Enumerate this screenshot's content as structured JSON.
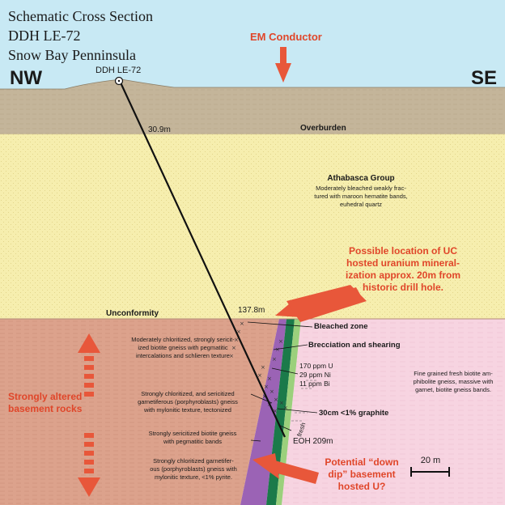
{
  "title": {
    "line1": "Schematic Cross Section",
    "line2": "DDH LE-72",
    "line3": "Snow Bay Penninsula"
  },
  "directions": {
    "left": "NW",
    "right": "SE"
  },
  "collar_label": "DDH LE-72",
  "em_conductor": "EM Conductor",
  "overburden": {
    "label": "Overburden",
    "depth": "30.9m"
  },
  "athabasca": {
    "name": "Athabasca Group",
    "desc": [
      "Moderately bleached weakly frac-",
      "tured with maroon hematite bands,",
      "euhedral quartz"
    ]
  },
  "uc_callout": [
    "Possible location of UC",
    "hosted uranium mineral-",
    "ization approx. 20m from",
    "historic drill hole."
  ],
  "unconformity": {
    "label": "Unconformity",
    "depth": "137.8m"
  },
  "bleached_zone": "Bleached zone",
  "brecciation": "Brecciation and shearing",
  "assays": [
    "170 ppm U",
    "29 ppm Ni",
    "11 ppm Bi"
  ],
  "graphite": "30cm <1% graphite",
  "fresh": "fresh",
  "eoh": "EOH 209m",
  "left_units": {
    "unit1": [
      "Moderately chloritized, strongly sericit-",
      "ized biotite gneiss with pegmatitic",
      "intercalations and schlieren texture"
    ],
    "unit2": [
      "Strongly chloritized, and sericitized",
      "garnetiferous (porphyroblasts) gneiss",
      "with mylonitic texture, tectonized"
    ],
    "unit3": [
      "Strongly sericitized biotite gneiss",
      "with pegmatitic bands"
    ],
    "unit4": [
      "Strongly chloritized garnetifer-",
      "ous (porphyroblasts) gneiss with",
      "mylonitic texture, <1% pyrite."
    ]
  },
  "right_unit": [
    "Fine grained fresh biotite am-",
    "phibolite gneiss, massive with",
    "garnet, biotite gneiss bands."
  ],
  "altered": [
    "Strongly altered",
    "basement rocks"
  ],
  "down_dip": [
    "Potential “down",
    "dip” basement",
    "hosted U?"
  ],
  "scale": "20 m",
  "colors": {
    "sky": "#c8e9f4",
    "overburden": "#c4b59a",
    "sandstone": "#f6eeae",
    "altered_basement": "#dca28c",
    "fresh_basement": "#f7d4e1",
    "purple_zone": "#9b63b5",
    "dark_green_zone": "#1b7a4a",
    "light_green_zone": "#9bd07c",
    "accent": "#e8573a"
  }
}
